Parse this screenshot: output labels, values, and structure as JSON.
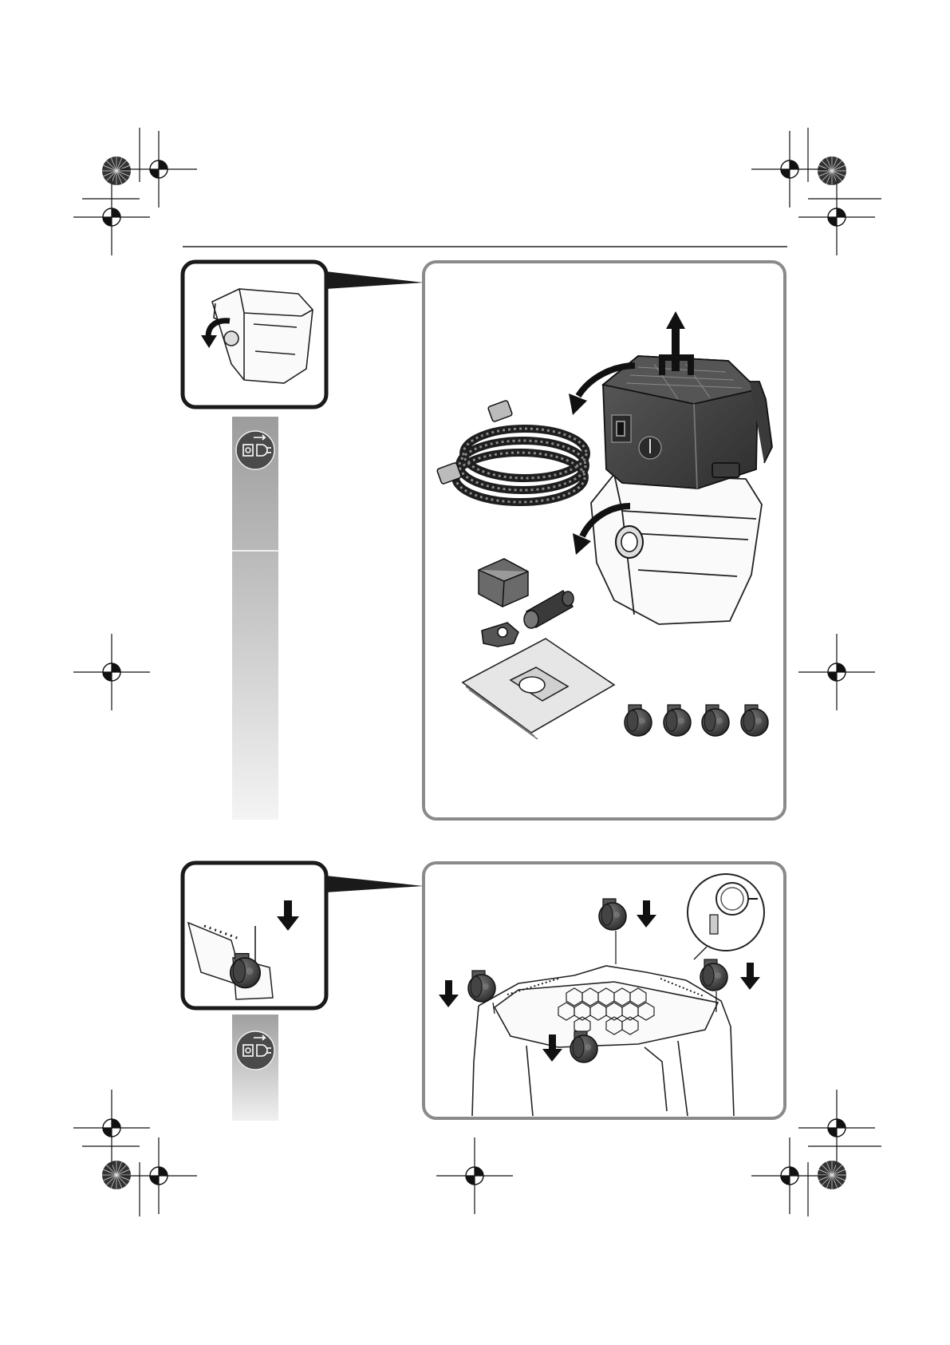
{
  "document": {
    "type": "assembly-instruction-page",
    "sections": [
      {
        "id": "unpacking",
        "inset": "container-rotation-detail",
        "step_icon": "unplug-icon",
        "main_figure": [
          "vacuum-head",
          "dust-container",
          "suction-hose",
          "hose-holder",
          "tool-adapter",
          "clip",
          "filter-bag",
          "casters"
        ]
      },
      {
        "id": "caster-mounting",
        "inset": "caster-insert-detail",
        "step_icon": "unplug-icon",
        "main_figure": [
          "container-underside",
          "caster-front-left",
          "caster-front-center",
          "caster-back-left",
          "caster-back-right",
          "detail-callout"
        ]
      }
    ],
    "caster_count": 4,
    "colors": {
      "frame": "#888888",
      "inset_frame": "#1a1a1a",
      "step_bar_top": "#9c9c9c",
      "step_bar_bottom": "#f2f2f2",
      "device_dark": "#3a3a3a",
      "line": "#222222"
    }
  }
}
